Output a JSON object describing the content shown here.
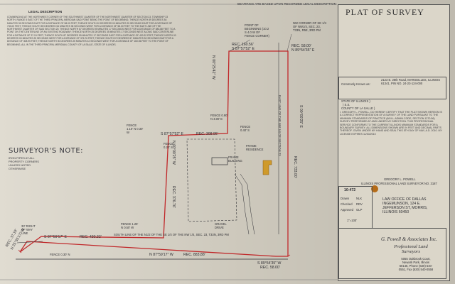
{
  "header_note": "BEARINGS ARE BASED UPON RECORDED LEGAL DESCRIPTION",
  "legal": {
    "title": "LEGAL DESCRIPTION",
    "text": "COMMENCING AT THE NORTHWEST CORNER OF THE SOUTHWEST QUARTER OF THE NORTHWEST QUARTER OF SECTION 23, TOWNSHIP 33 NORTH, RANGE 5 EAST OF THE THIRD PRINCIPAL MERIDIAN SAID POINT BEING THE POINT OF BEGINNING; THENCE NORTH 89 DEGREES 54 MINUTES 35 SECONDS EAST FOR A DISTANCE OF 58.00 FEET; THENCE SOUTH 00 DEGREES 00 MINUTES 25 SECONDS EAST FOR A DISTANCE OF 733.00 FEET; THENCE SOUTH 89 DEGREES 54 MINUTES 35 SECONDS WEST FOR A DISTANCE OF 58.00 FEET TO THE EAST LINE OF THE NORTHWEST QUARTER OF SAID SECTION 23; THENCE NORTH 87 DEGREES 59 MINUTES 17 SECONDS WEST FOR A DISTANCE OF 883.88 FEET TO A POINT ON THE CENTERLINE OF AN EXISTING ROADWAY; THENCE NORTH 25 DEGREES 35 MINUTES 17 SECONDS WEST ALONG SAID CENTERLINE FOR A DISTANCE OF 37.19 FEET; THENCE SOUTH 87 DEGREES 59 MINUTES 17 SECONDS EAST FOR A DISTANCE OF 430.32 FEET; THENCE NORTH 00 DEGREES 00 MINUTES 25 SECONDS WEST FOR A DISTANCE OF 376.76 FEET; THENCE SOUTH 87 DEGREES 57 MINUTES 52 SECONDS EAST FOR A DISTANCE OF 308.95 FEET; THENCE NORTH 00 DEGREES 25 MINUTES 42 SECONDS WEST FOR A DISTANCE OF 160.56 FEET TO THE POINT OF BEGINNING, ALL IN THE THIRD PRINCIPAL MERIDIAN, COUNTY OF LA SALLE, STATE OF ILLINOIS."
  },
  "title": "PLAT OF SURVEY",
  "surveyors_note": {
    "title": "SURVEYOR'S NOTE:",
    "text": "IRON PIPES AT ALL PROPERTY CORNERS UNLESS NOTED OTHERWISE"
  },
  "labels": {
    "pob": "POINT OF BEGINNING (10.2 S 4.0 W OF FENCE CORNER)",
    "nw_corner": "NW CORNER OF SE 1/4 OF NW1/4, SEC. 23, T33N, R5E, 3RD PM",
    "north_rec": "REC. 58.00'",
    "north_bearing": "N 89°54'35\" E",
    "rec_160": "REC. 160.56'",
    "brg_160": "S 87°57'52\" E",
    "vert_160": "N 00°25'42\" W",
    "fence_090": "FENCE 0.90' N 4.00' E",
    "fence_040e": "FENCE 0.40' S",
    "brg_308": "S 87°57'52\" E",
    "rec_308": "REC. 308.95'",
    "fence_110": "FENCE 1.10' N 0.30' W",
    "fence_020": "FENCE 0.20' S",
    "frame_building": "FRAME BUILDING",
    "frame_residence": "FRAME RESIDENCE",
    "east_line": "EAST LINE OF THE NW 1/4 OF SECTION 23",
    "vert_733": "S 00°00'25\" E",
    "rec_733": "REC. 733.00'",
    "vert_376_brg": "N 00°00'25\" W",
    "vert_376": "REC. 376.76'",
    "gravel": "GRAVEL DRIVE",
    "south_line": "SOUTH LINE OF THE N1/2 OF THE SE 1/4 OF THE NW 1/4, SEC. 23, T33N, 3RD PM",
    "brg_430": "S 87°59'17\" E",
    "rec_430": "REC. 430.32'",
    "fence_125": "FENCE 1.25' N 0.50' W",
    "row": "33' RIGHT OF WAY LINE",
    "rec_37": "REC. 37.19'",
    "brg_37": "N 25°35'17\" W",
    "fence_030": "FENCE 0.30' N",
    "brg_883": "N 87°59'17\" W",
    "rec_883": "REC. 883.88'",
    "brg_bottom": "S 89°54'35\" W",
    "rec_bottom": "REC. 58.00'"
  },
  "title_block": {
    "known_as": "Commonly Known as:",
    "address": "2123 E. 28th Road, MARSEILLES, ILLINOIS 61341, PIN NO. 24-23-124-000",
    "state": "STATE OF ILLINOIS )",
    "ss": ") S.S.",
    "county": "COUNTY OF LA SALLE )",
    "certificate": "I, GREGORY L. POWELL, DO HEREBY CERTIFY THAT THE PLAT SHOWN HEREON IS A CORRECT REPRESENTATION OF A SURVEY OF THE LAND PURSUANT TO THE MINIMUM STANDARDS OF PRACTICE (68 ILL.ADMIN.CODE, SECTION 1270.56) SURVEY PERFORMED AT AND UNDER MY DIRECTION. THIS PROFESSIONAL SERVICE CONFORMS TO THE CURRENT ILLINOIS MINIMUM STANDARDS FOR A BOUNDARY SURVEY. ALL DIMENSIONS SHOWN ARE IN FEET AND DECIMAL PARTS THEREOF. GIVEN UNDER MY HAND AND SEAL THIS 5TH DAY OF MAY, A.D. 2010. MY LICENSE EXPIRES 11/30/2010",
    "surveyor": "GREGORY L. POWELL",
    "license": "ILLINOIS PROFESSIONAL LAND SURVEYOR NO. 3187",
    "project_no": "10-472",
    "drawn": "Drawn",
    "drawn_val": "NLK",
    "checked": "Checked",
    "checked_val": "RDV",
    "approved": "Approved",
    "approved_val": "GLP",
    "scale": "1\"=100'",
    "client": "LAW OFFICE OF DALLAS INGEMUNSON, 124 E. JEFFERSON ST, MORRIS, ILLINOIS 60450",
    "firm": "G. Powell & Associates Inc.",
    "firm_sub": "Professional Land Surveyors",
    "firm_addr": "5055 Oakbrook Court, Newark Park, Illinois 60145, Phone (630) 540-0551, Fax (630) 540-0558"
  },
  "colors": {
    "boundary": "#c0282a",
    "ink": "#2f2f34",
    "building": "#cf9a2a"
  }
}
